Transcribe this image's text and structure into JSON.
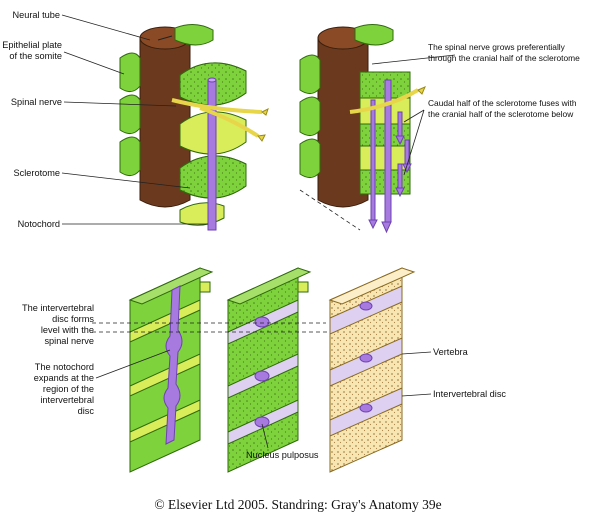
{
  "labels": {
    "neural_tube": "Neural tube",
    "epithelial_plate": "Epithelial plate\nof the somite",
    "spinal_nerve": "Spinal nerve",
    "sclerotome": "Sclerotome",
    "notochord": "Notochord",
    "nerve_grows": "The spinal nerve grows preferentially\nthrough the cranial half of the sclerotome",
    "caudal_half": "Caudal half of the sclerotome fuses with\nthe cranial half of the sclerotome below",
    "disc_forms": "The intervertebral\ndisc forms\nlevel with the\nspinal nerve",
    "notochord_expands": "The notochord\nexpands at the\nregion of the\nintervertebral\ndisc",
    "vertebra": "Vertebra",
    "intervertebral_disc": "Intervertebral disc",
    "nucleus_pulposus": "Nucleus pulposus"
  },
  "caption": "© Elsevier Ltd 2005. Standring: Gray's Anatomy 39e",
  "colors": {
    "green": "#7ed23c",
    "green_dark": "#3f8a12",
    "yellow_green": "#d9ec5a",
    "brown": "#6b3a1e",
    "purple": "#a77ae0",
    "purple_dark": "#6e42b0",
    "lavender": "#ddd0f0",
    "cream": "#f7e6b2"
  }
}
